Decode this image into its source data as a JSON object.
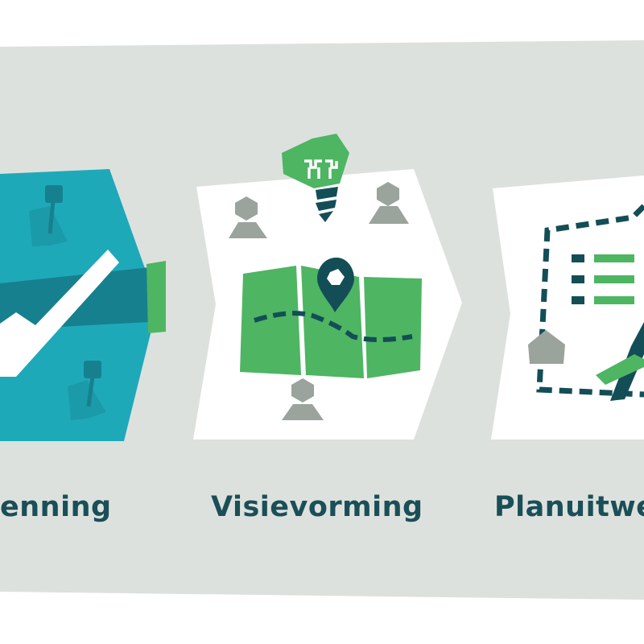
{
  "process": {
    "steps": [
      {
        "label": "enning"
      },
      {
        "label": "Visievorming"
      },
      {
        "label": "Planuitwe"
      }
    ]
  },
  "colors": {
    "band": "#dde1de",
    "teal": "#1ea9b9",
    "dark_teal": "#134e57",
    "green": "#4eb562",
    "gray_person": "#9aa39c",
    "card": "#ffffff",
    "label": "#1a4f57"
  },
  "icons": [
    "pushpin-icon",
    "checkmark-icon",
    "person-icon",
    "lightbulb-icon",
    "map-icon",
    "location-pin-icon",
    "dashed-route-icon",
    "checklist-icon",
    "set-square-icon"
  ]
}
